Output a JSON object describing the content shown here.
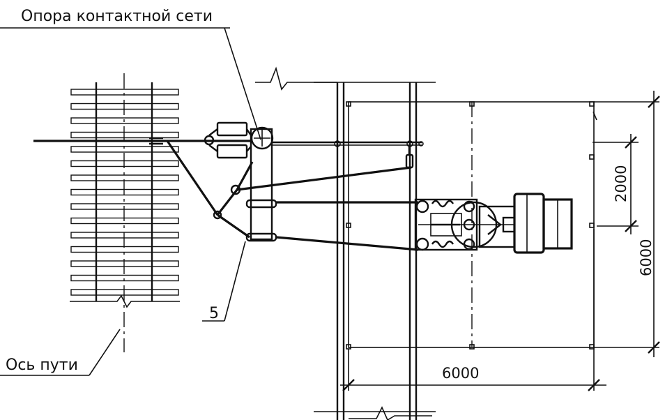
{
  "labels": {
    "catenary_support": "Опора контактной сети",
    "track_axis": "Ось пути",
    "item_number": "5"
  },
  "dimensions": {
    "horizontal_bottom": "6000",
    "vertical_right": "6000",
    "vertical_inner": "2000"
  }
}
